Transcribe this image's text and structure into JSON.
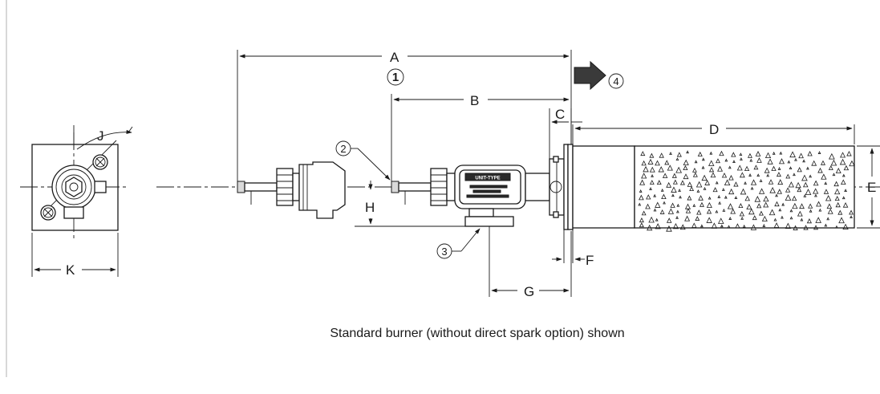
{
  "dimensions": {
    "A": "A",
    "B": "B",
    "C": "C",
    "D": "D",
    "E": "E",
    "F": "F",
    "G": "G",
    "H": "H",
    "J": "J",
    "K": "K"
  },
  "callouts": {
    "c1": "1",
    "c2": "2",
    "c3": "3",
    "c4": "4"
  },
  "nameplate": "UNIT-TYPE",
  "caption": "Standard burner (without direct spark option) shown"
}
